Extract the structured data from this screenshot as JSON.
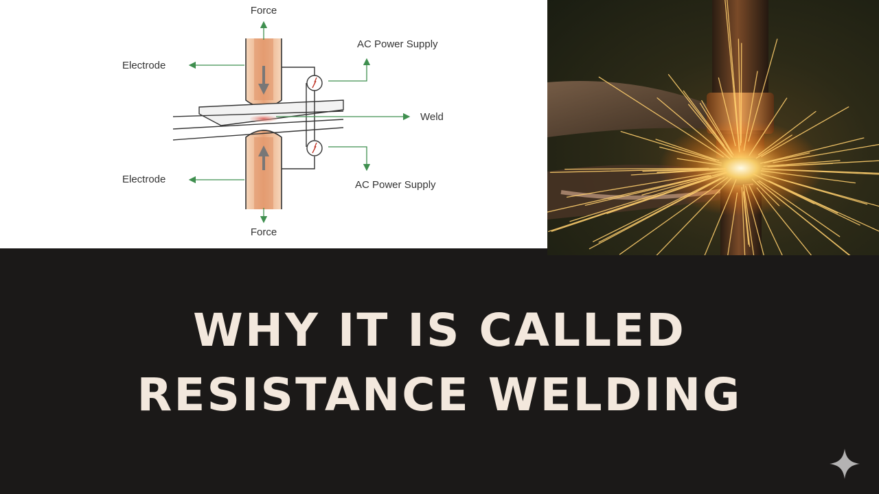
{
  "diagram": {
    "labels": {
      "force_top": "Force",
      "force_bottom": "Force",
      "electrode_top": "Electrode",
      "electrode_bottom": "Electrode",
      "ac_power_top": "AC Power Supply",
      "ac_power_bottom": "AC Power Supply",
      "weld": "Weld"
    },
    "colors": {
      "arrow": "#3f8f4f",
      "electrode": "#f3c9a4",
      "electrode_core": "#d8855a",
      "outline": "#333333"
    }
  },
  "headline": {
    "line1": "WHY IT IS CALLED",
    "line2": "RESISTANCE WELDING",
    "color": "#f3e8dd"
  },
  "photo": {
    "icon": "welding-sparks-photo"
  },
  "corner": {
    "icon": "sparkle-icon"
  },
  "colors": {
    "background": "#1b1918"
  }
}
